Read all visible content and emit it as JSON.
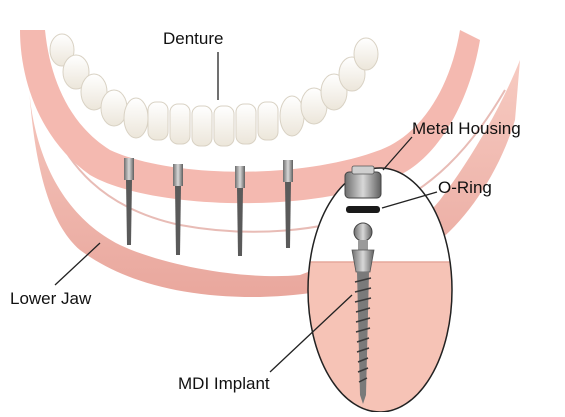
{
  "labels": {
    "denture": "Denture",
    "metal_housing": "Metal Housing",
    "o_ring": "O-Ring",
    "lower_jaw": "Lower Jaw",
    "mdi_implant": "MDI Implant"
  },
  "colors": {
    "gum": "#f2b7ae",
    "gum_shadow": "#e2988f",
    "tooth": "#fbf8f2",
    "metal": "#8c8c8c",
    "implant_dark": "#5a5a5a",
    "callout_fill": "#f6c3b6",
    "leader_line": "#222222"
  }
}
